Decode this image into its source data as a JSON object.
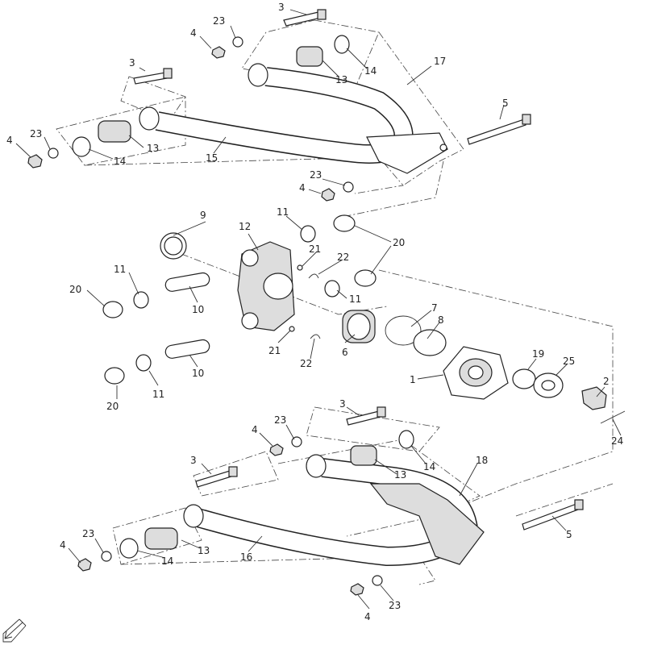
{
  "diagram": {
    "callouts": [
      "3",
      "23",
      "4",
      "17",
      "3",
      "13",
      "14",
      "5",
      "23",
      "4",
      "13",
      "14",
      "15",
      "23",
      "4",
      "9",
      "11",
      "12",
      "20",
      "21",
      "22",
      "11",
      "20",
      "11",
      "10",
      "7",
      "8",
      "6",
      "21",
      "22",
      "19",
      "25",
      "1",
      "10",
      "11",
      "20",
      "2",
      "3",
      "23",
      "4",
      "24",
      "18",
      "3",
      "13",
      "14",
      "5",
      "23",
      "4",
      "13",
      "14",
      "16",
      "23",
      "4"
    ]
  },
  "orientation": {
    "icon": "front-direction-arrow-icon"
  }
}
